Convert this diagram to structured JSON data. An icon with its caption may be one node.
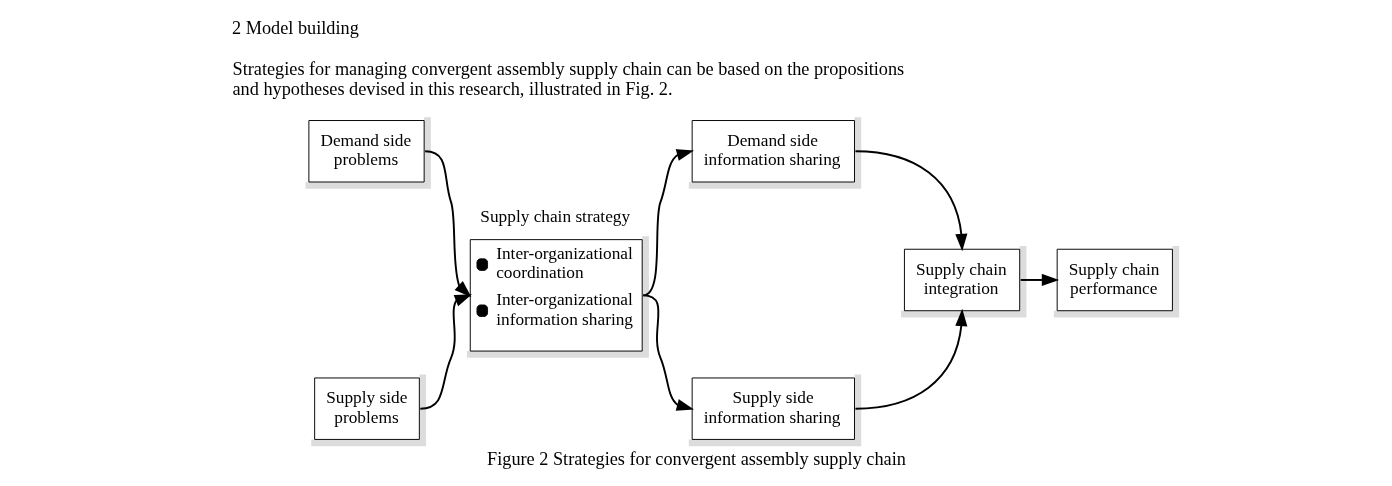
{
  "diagram": {
    "caption": "Figure 2 Strategies for convergent assembly supply chain",
    "nodes": [
      {
        "text": [
          "Demand side problems"
        ]
      },
      {
        "text": [
          "Supply side problems"
        ]
      },
      {
        "text": [
          "Supply chain strategy",
          "Inter-organizational coordination",
          "Inter-organizational information sharing"
        ]
      },
      {
        "text": [
          "Demand side information sharing"
        ]
      },
      {
        "text": [
          "Supply side information sharing"
        ]
      },
      {
        "text": [
          "Supply chain integration"
        ]
      },
      {
        "text": [
          "Supply chain performance"
        ]
      }
    ],
    "edges": [
      {
        "from": 0,
        "to": 2,
        "arrow": "to"
      },
      {
        "from": 1,
        "to": 2,
        "arrow": "to"
      },
      {
        "from": 2,
        "to": 3,
        "arrow": "to"
      },
      {
        "from": 2,
        "to": 4,
        "arrow": "to"
      },
      {
        "from": 3,
        "to": 5,
        "arrow": "to"
      },
      {
        "from": 4,
        "to": 5,
        "arrow": "to"
      },
      {
        "from": 5,
        "to": 6,
        "arrow": "to"
      }
    ],
    "labels": [
      "2 Model building",
      "Strategies for managing convergent assembly supply chain can be based on the propositions and hypotheses devised in this research, illustrated in Fig. 2."
    ]
  }
}
